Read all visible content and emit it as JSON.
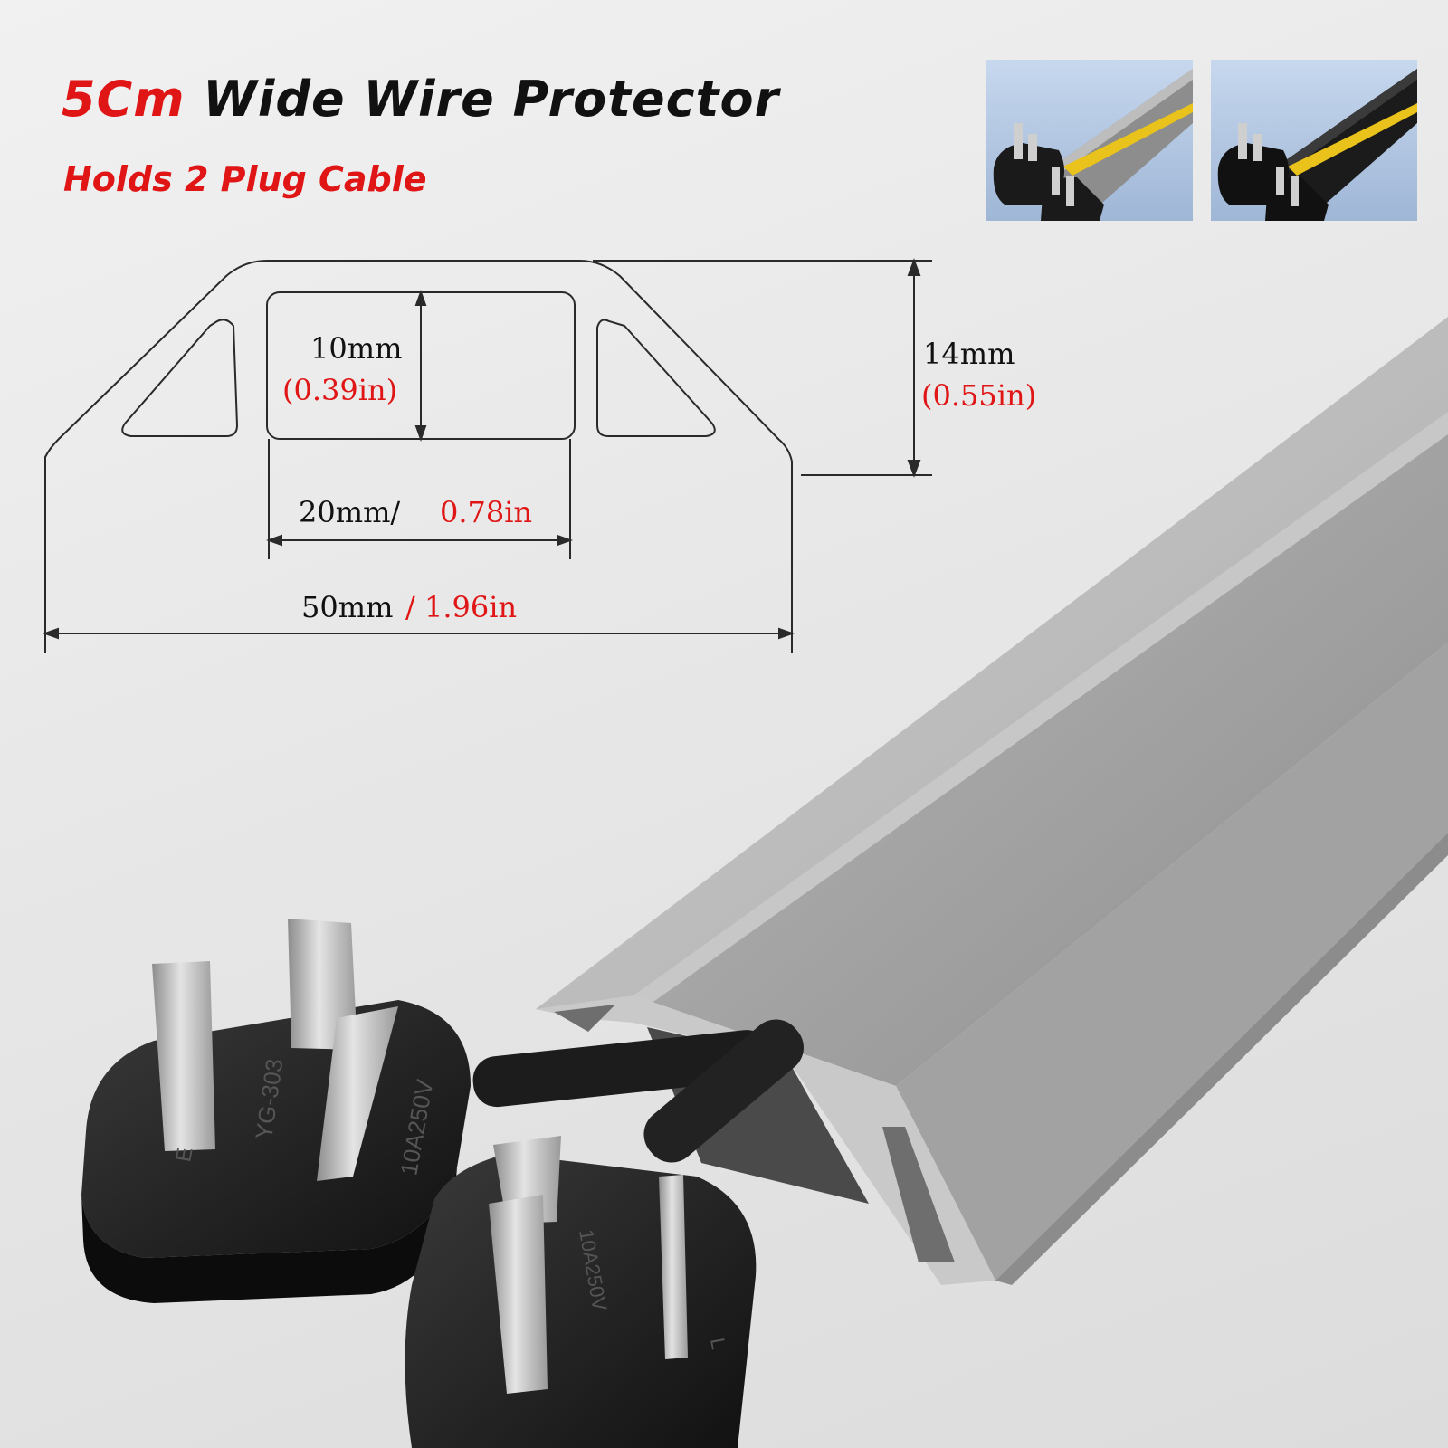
{
  "title": {
    "accent": "5Cm",
    "rest": "Wide Wire Protector"
  },
  "subtitle": "Holds 2 Plug Cable",
  "colors": {
    "accent": "#e01515",
    "protector_gray": "#9c9c9c",
    "stripe_yellow": "#e9c21b"
  },
  "thumbnails": [
    {
      "variant": "gray with yellow stripe"
    },
    {
      "variant": "black with yellow stripe"
    }
  ],
  "dimensions": {
    "inner_height": {
      "mm": "10mm",
      "inch": "(0.39in)"
    },
    "total_height": {
      "mm": "14mm",
      "inch": "(0.55in)"
    },
    "inner_width": {
      "mm": "20mm/",
      "inch": "0.78in"
    },
    "total_width": {
      "mm": "50mm",
      "inch": "/ 1.96in"
    }
  },
  "plug_markings": {
    "model": "YG-303",
    "rating": "10A250V",
    "earth": "E",
    "line": "L"
  }
}
